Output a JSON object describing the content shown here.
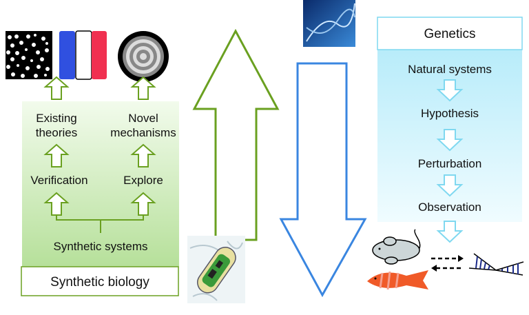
{
  "left_panel": {
    "title": "Synthetic biology",
    "base": "Synthetic systems",
    "branches": [
      {
        "step": "Verification",
        "result_line1": "Existing",
        "result_line2": "theories"
      },
      {
        "step": "Explore",
        "result_line1": "Novel",
        "result_line2": "mechanisms"
      }
    ]
  },
  "right_panel": {
    "title": "Genetics",
    "steps": [
      "Natural systems",
      "Hypothesis",
      "Perturbation",
      "Observation"
    ]
  },
  "colors": {
    "green": "#6aa020",
    "green_bg": "#c8e8b0",
    "blue_arrow": "#3a86e0",
    "cyan": "#7fd8f0",
    "cyan_bg": "#c8f0fb"
  }
}
